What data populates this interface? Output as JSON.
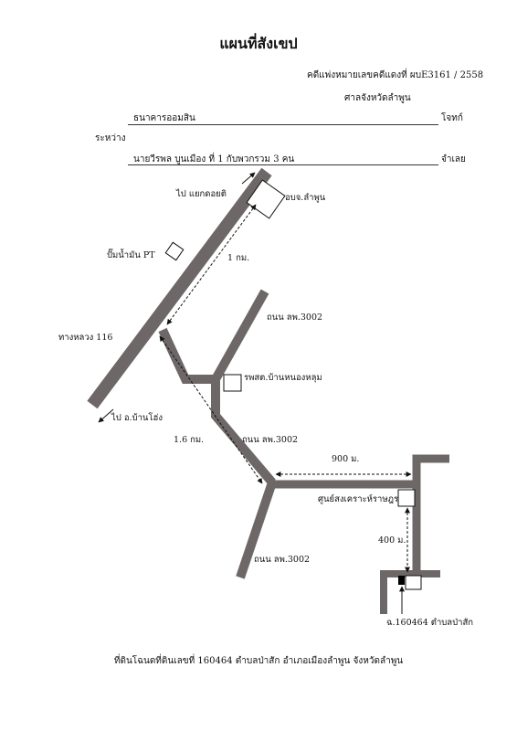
{
  "title": "แผนที่สังเขป",
  "case_number": "คดีแพ่งหมายเลขคดีแดงที่ ผบE3161 / 2558",
  "court": "ศาลจังหวัดลำพูน",
  "plaintiff": {
    "name": "ธนาคารออมสิน",
    "role": "โจทก์"
  },
  "between": "ระหว่าง",
  "defendant": {
    "name": "นายวีรพล บูนเมือง ที่ 1 กับพวกรวม 3 คน",
    "role": "จำเลย"
  },
  "map": {
    "labels": {
      "to_doi_ti": "ไป แยกดอยติ",
      "district_office": "อบจ.ลำพูน",
      "gas_station": "ปั๊มน้ำมัน PT",
      "dist_1km": "1 กม.",
      "road_3002_north": "ถนน ลพ.3002",
      "highway_116": "ทางหลวง 116",
      "health_center": "รพสต.บ้านหนองหลุม",
      "to_ban_hong": "ไป อ.บ้านโฮ่ง",
      "dist_1_6km": "1.6 กม.",
      "road_3002_mid": "ถนน ลพ.3002",
      "dist_900m": "900 ม.",
      "elderly_center": "ศูนย์สงเคราะห์ราษฎร",
      "dist_400m": "400 ม.",
      "road_3002_south": "ถนน ลพ.3002",
      "land_title": "ฉ.160464 ตำบลป่าสัก"
    },
    "colors": {
      "road": "#6e6767",
      "arrow": "#111111"
    }
  },
  "footer": "ที่ดินโฉนดที่ดินเลขที่ 160464 ตำบลป่าสัก อำเภอเมืองลำพูน จังหวัดลำพูน"
}
